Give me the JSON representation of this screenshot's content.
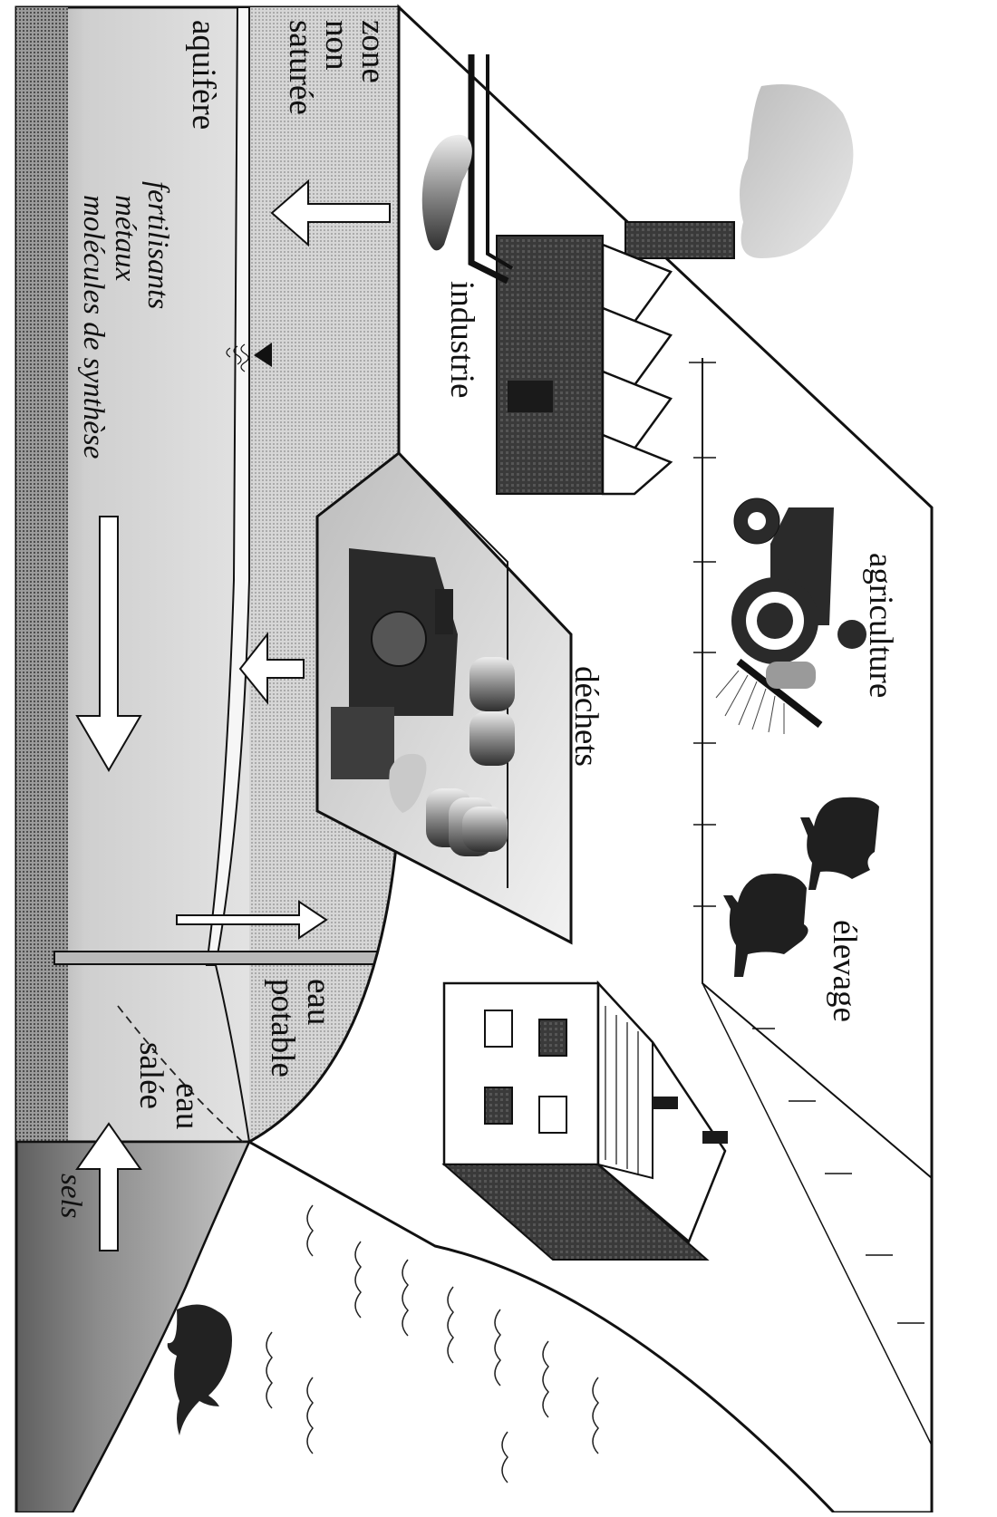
{
  "labels": {
    "zone_line1": "zone",
    "zone_line2": "non",
    "zone_line3": "saturée",
    "aquifere": "aquifère",
    "industrie": "industrie",
    "agriculture": "agriculture",
    "dechets": "déchets",
    "elevage": "élevage",
    "eau_potable_line1": "eau",
    "eau_potable_line2": "potable",
    "eau_salee_line1": "eau",
    "eau_salee_line2": "salée",
    "sels": "sels"
  },
  "pollutants": {
    "line1": "fertilisants",
    "line2": "métaux",
    "line3": "molécules de synthèse"
  },
  "icons": [
    "factory-icon",
    "tractor-icon",
    "cow-icon",
    "landfill-bulldozer-icon",
    "house-icon",
    "dolphin-icon",
    "well-icon",
    "water-table-icon"
  ],
  "colors": {
    "ink": "#111111",
    "aquifer_light": "#e3e3e3",
    "aquifer_mid": "#c9c9c9",
    "aquifer_dark": "#9a9a9a",
    "sea_dark": "#6e6e6e"
  }
}
